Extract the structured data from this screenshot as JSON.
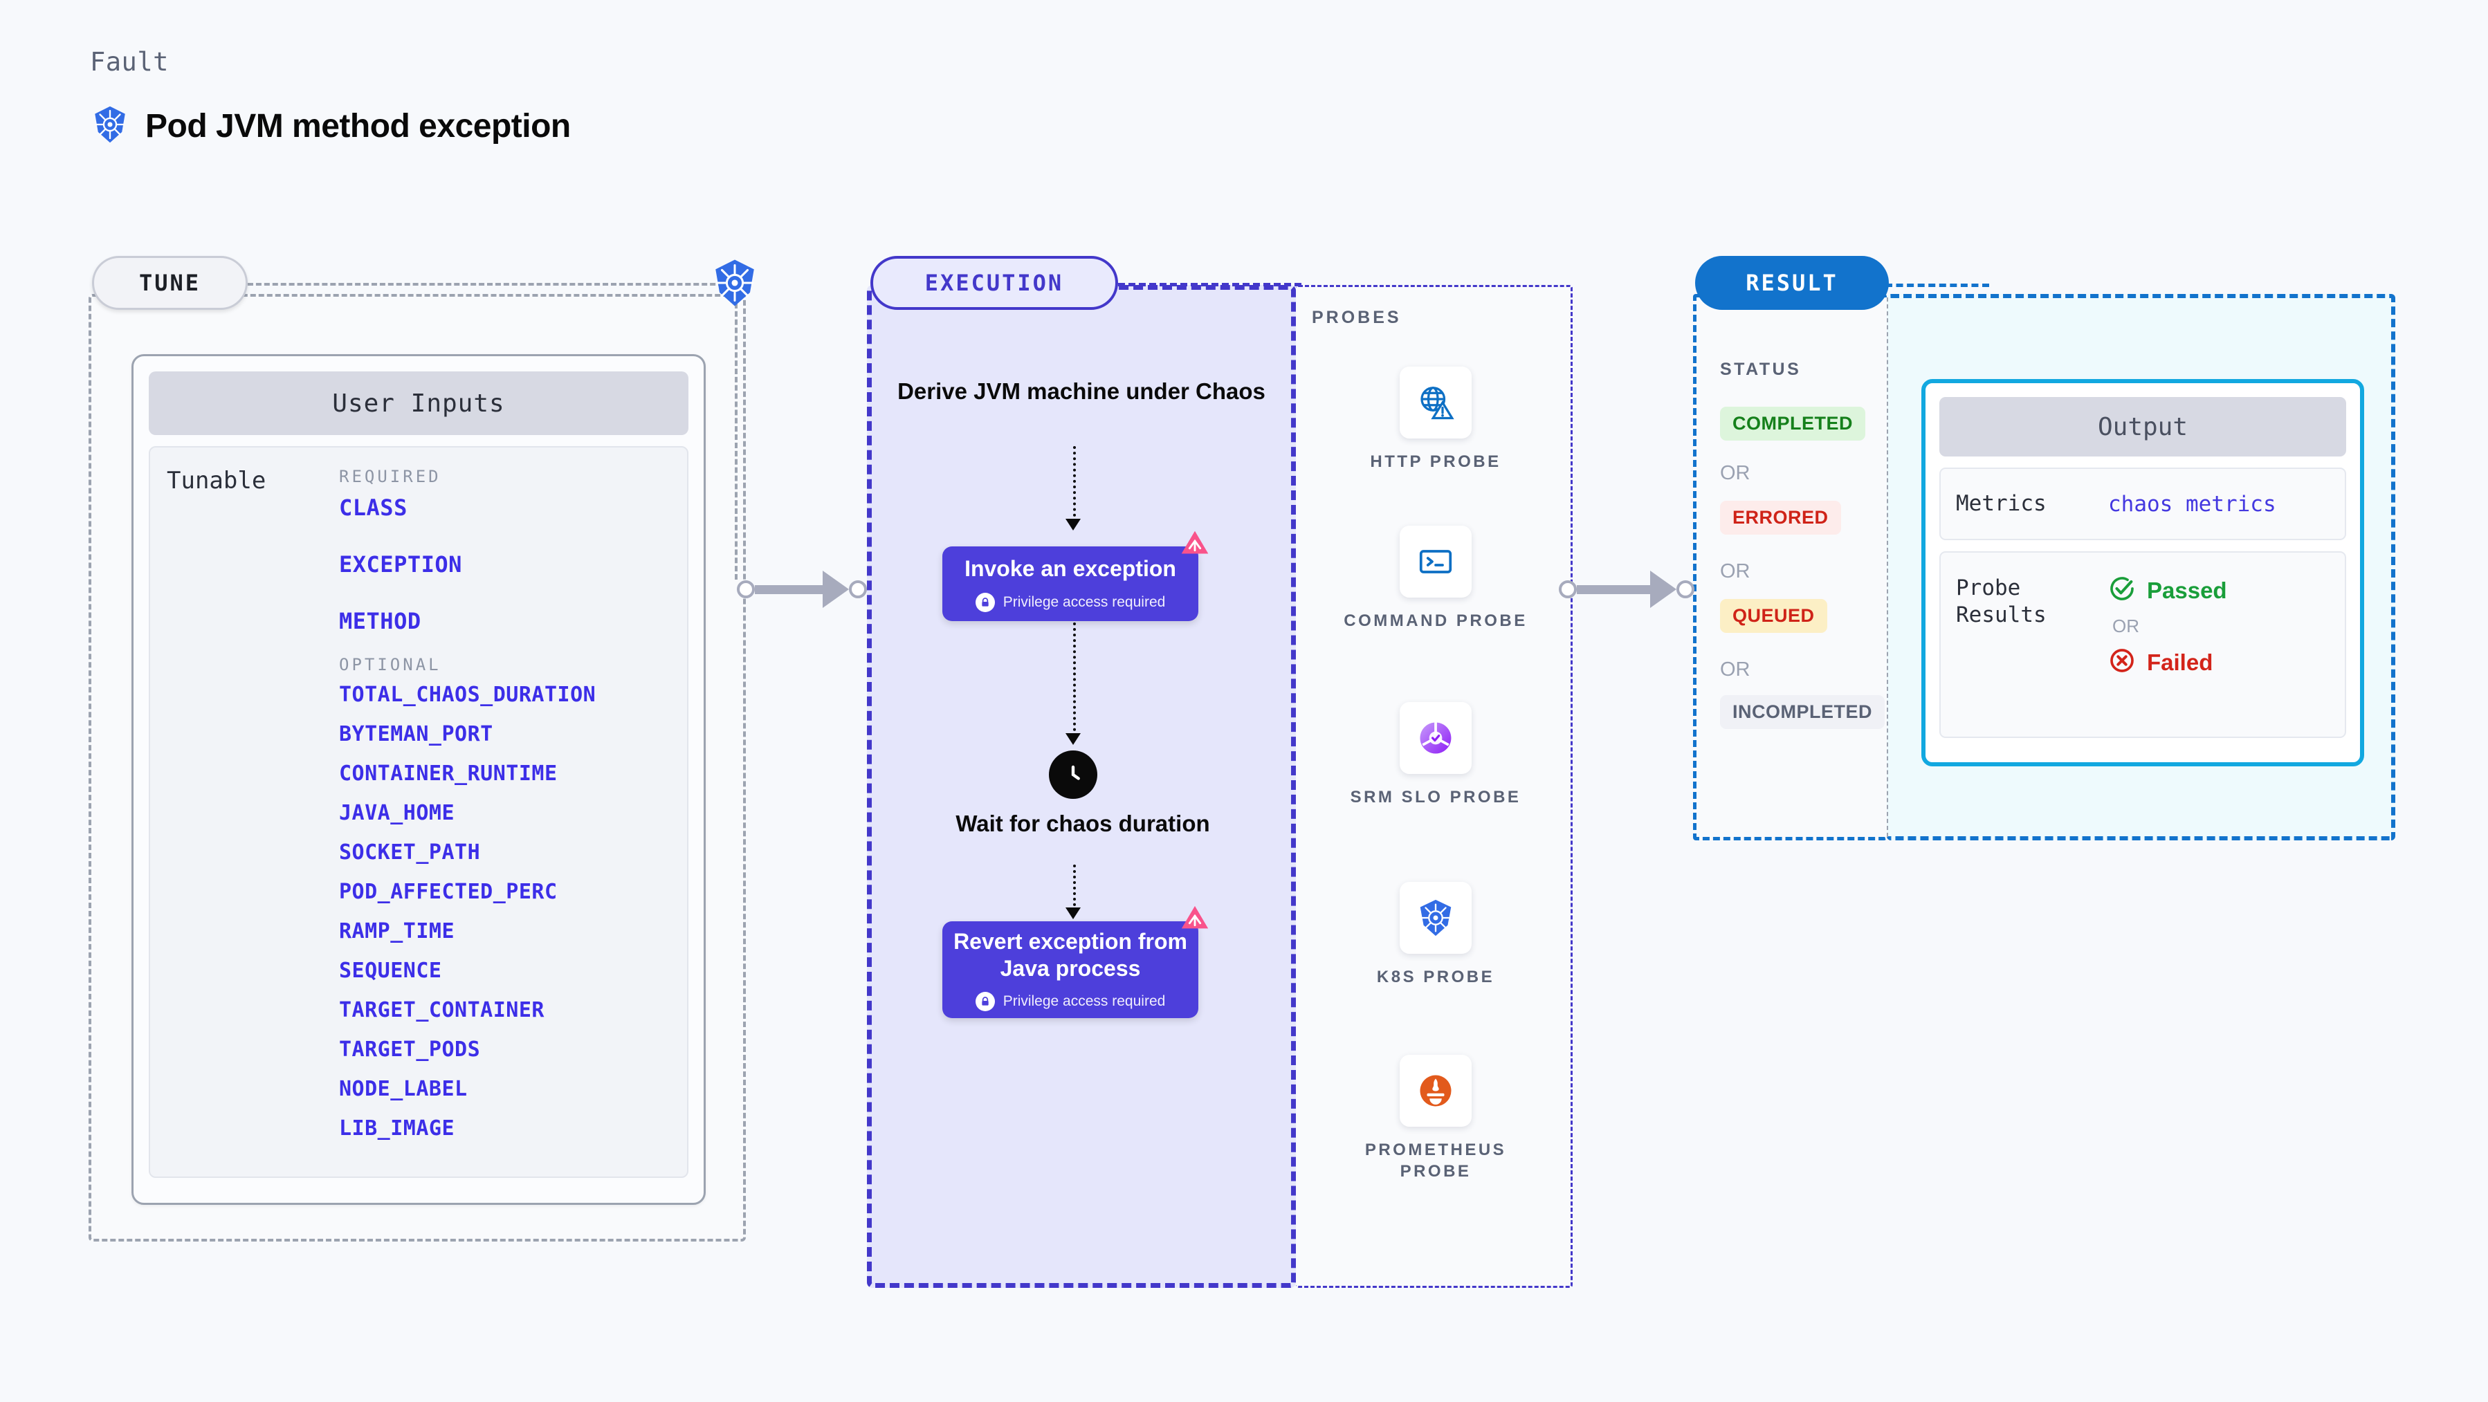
{
  "header": {
    "eyebrow": "Fault",
    "title": "Pod JVM method exception",
    "icon": "kubernetes-icon"
  },
  "sections": {
    "tune": {
      "tag": "TUNE"
    },
    "execution": {
      "tag": "EXECUTION"
    },
    "probes": {
      "tag": "PROBES"
    },
    "result": {
      "tag": "RESULT"
    }
  },
  "tune": {
    "card_title": "User Inputs",
    "row_label": "Tunable",
    "required_heading": "REQUIRED",
    "required": [
      "CLASS",
      "EXCEPTION",
      "METHOD"
    ],
    "optional_heading": "OPTIONAL",
    "optional": [
      "TOTAL_CHAOS_DURATION",
      "BYTEMAN_PORT",
      "CONTAINER_RUNTIME",
      "JAVA_HOME",
      "SOCKET_PATH",
      "POD_AFFECTED_PERC",
      "RAMP_TIME",
      "SEQUENCE",
      "TARGET_CONTAINER",
      "TARGET_PODS",
      "NODE_LABEL",
      "LIB_IMAGE"
    ]
  },
  "execution": {
    "step_title": "Derive JVM machine under Chaos",
    "invoke_box": {
      "title": "Invoke an exception",
      "privilege": "Privilege access required",
      "privilege_icon": "lock-icon",
      "corner_icon": "litmus-logo-icon"
    },
    "wait_step": {
      "title": "Wait for chaos duration",
      "icon": "clock-icon"
    },
    "revert_box": {
      "title": "Revert exception from Java process",
      "privilege": "Privilege access required",
      "privilege_icon": "lock-icon",
      "corner_icon": "litmus-logo-icon"
    }
  },
  "probes": [
    {
      "label": "HTTP PROBE",
      "icon": "globe-warning-icon"
    },
    {
      "label": "COMMAND PROBE",
      "icon": "terminal-icon"
    },
    {
      "label": "SRM SLO PROBE",
      "icon": "slo-gauge-icon"
    },
    {
      "label": "K8S PROBE",
      "icon": "kubernetes-icon"
    },
    {
      "label": "PROMETHEUS PROBE",
      "icon": "prometheus-icon"
    }
  ],
  "result": {
    "status_heading": "STATUS",
    "or_label": "OR",
    "statuses": [
      "COMPLETED",
      "ERRORED",
      "QUEUED",
      "INCOMPLETED"
    ],
    "output": {
      "title": "Output",
      "metrics_key": "Metrics",
      "metrics_value": "chaos metrics",
      "probe_results_key": "Probe Results",
      "passed_label": "Passed",
      "passed_icon": "check-circle-icon",
      "failed_label": "Failed",
      "failed_icon": "x-circle-icon",
      "or_label": "OR"
    }
  },
  "colors": {
    "tune_border": "#9ca3b0",
    "execution_accent": "#4338ca",
    "execution_fill": "#e5e6fb",
    "result_accent": "#1273cc",
    "output_fill": "#eefafd",
    "tunable_text": "#3c2ee8",
    "box_purple": "#4d3fdb",
    "litmus_pink": "#f9538b",
    "passed_green": "#1a9e3a",
    "failed_red": "#d3241a",
    "connector_gray": "#a7abbd"
  }
}
